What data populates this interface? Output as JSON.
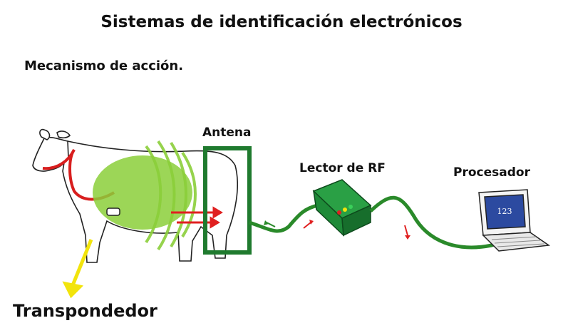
{
  "title": "Sistemas de identificación electrónicos",
  "subtitle": "Mecanismo de acción.",
  "labels": {
    "antenna": "Antena",
    "reader": "Lector de RF",
    "processor": "Procesador",
    "transponder": "Transpondedor"
  },
  "screen_text": "123",
  "colors": {
    "antenna": "#1f7a2e",
    "cable": "#2a8a2a",
    "field": "#8bcf3a",
    "signal_arrows": "#e02020",
    "transponder_pointer": "#f2e40c",
    "reader_body": "#1e8a38"
  }
}
